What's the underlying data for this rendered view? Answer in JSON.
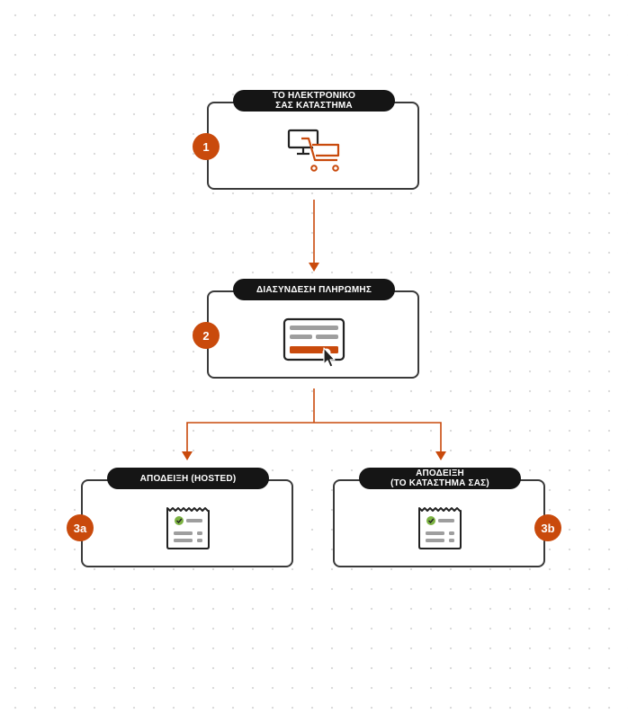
{
  "steps": [
    {
      "badge": "1",
      "title": "ΤΟ ΗΛΕΚΤΡΟΝΙΚΟ\nΣΑΣ ΚΑΤΑΣΤΗΜΑ",
      "icon": "computer-cart-icon"
    },
    {
      "badge": "2",
      "title": "ΔΙΑΣΥΝΔΕΣΗ ΠΛΗΡΩΜΗΣ",
      "icon": "payment-form-icon"
    },
    {
      "badge": "3a",
      "title": "ΑΠΟΔΕΙΞΗ (HOSTED)",
      "icon": "receipt-icon"
    },
    {
      "badge": "3b",
      "title": "ΑΠΟΔΕΙΞΗ\n(ΤΟ ΚΑΤΑΣΤΗΜΑ ΣΑΣ)",
      "icon": "receipt-icon"
    }
  ],
  "colors": {
    "accent": "#c94a0c",
    "dark": "#151515",
    "border": "#3a3a3a",
    "check": "#7cb342",
    "grey": "#9e9e9e"
  }
}
